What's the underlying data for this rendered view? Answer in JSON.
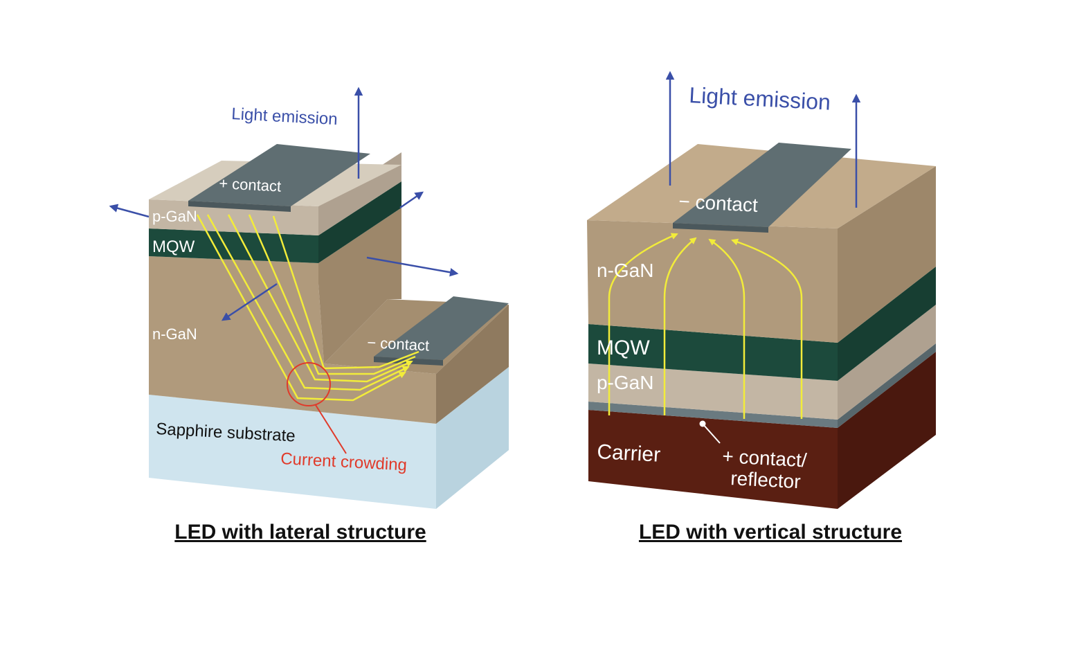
{
  "lateral": {
    "light_emission": "Light emission",
    "plus_contact": "+ contact",
    "minus_contact": "− contact",
    "p_gan": "p-GaN",
    "mqw": "MQW",
    "n_gan": "n-GaN",
    "substrate": "Sapphire substrate",
    "current_crowding": "Current crowding",
    "caption": "LED with lateral structure"
  },
  "vertical": {
    "light_emission": "Light emission",
    "minus_contact": "− contact",
    "n_gan": "n-GaN",
    "mqw": "MQW",
    "p_gan": "p-GaN",
    "carrier": "Carrier",
    "plus_contact_line1": "+ contact/",
    "plus_contact_line2": "reflector",
    "caption": "LED with vertical structure"
  },
  "colors": {
    "arrow_blue": "#3a4fa8",
    "current_yellow": "#f2ec3a",
    "crowding_red": "#e03a2a",
    "contact_gray": "#5f6e72",
    "mqw_green": "#1c4a3c",
    "n_gan_tan": "#b09a7c",
    "p_gan_beige": "#c3b6a4",
    "sapphire_blue": "#cfe4ee",
    "carrier_brown": "#5a1f12"
  }
}
